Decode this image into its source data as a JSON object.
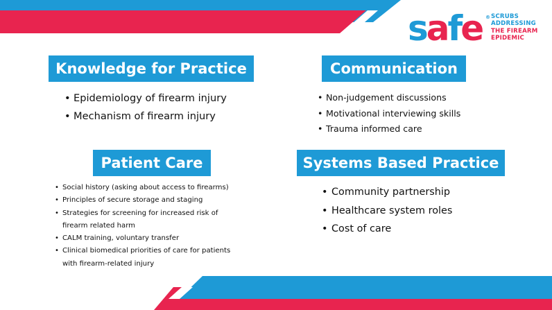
{
  "brand": {
    "logo_blue": "s",
    "logo_red_1": "a",
    "logo_blue_2": "f",
    "logo_red_2": "e",
    "registered": "®",
    "tagline": [
      "SCRUBS",
      "ADDRESSING",
      "THE FIREARM",
      "EPIDEMIC"
    ]
  },
  "colors": {
    "blue": "#1e9ad6",
    "red": "#e8244f",
    "text": "#111111"
  },
  "sections": {
    "knowledge": {
      "title": "Knowledge for Practice",
      "items": [
        "Epidemiology of firearm injury",
        "Mechanism of firearm injury"
      ]
    },
    "communication": {
      "title": "Communication",
      "items": [
        "Non-judgement discussions",
        "Motivational interviewing skills",
        "Trauma informed care"
      ]
    },
    "patient_care": {
      "title": "Patient Care",
      "items": [
        "Social history (asking about access to firearms)",
        "Principles of secure storage and staging",
        [
          "Strategies for screening for increased risk of",
          "firearm related harm"
        ],
        "CALM training, voluntary transfer",
        [
          "Clinical biomedical priorities of care for patients",
          "with firearm-related injury"
        ]
      ]
    },
    "systems": {
      "title": "Systems Based Practice",
      "items": [
        "Community partnership",
        "Healthcare system roles",
        "Cost of care"
      ]
    }
  }
}
